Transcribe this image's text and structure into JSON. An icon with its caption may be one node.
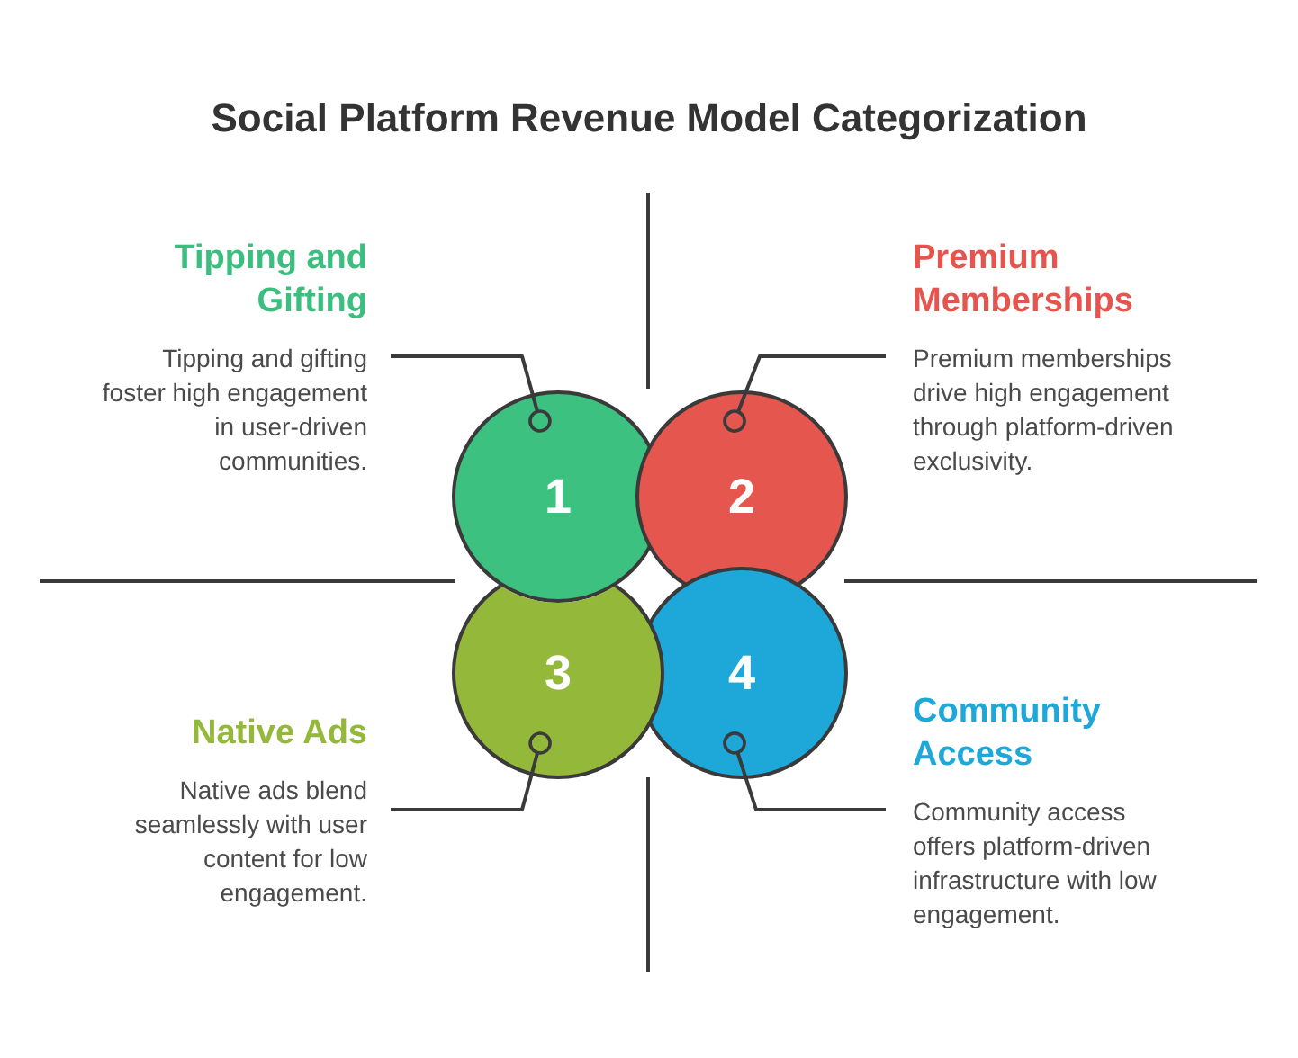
{
  "diagram": {
    "title": "Social Platform Revenue Model Categorization",
    "nodes": [
      {
        "text": [
          "Tipping and Gifting",
          "Tipping and gifting foster high engagement in user-driven communities."
        ]
      },
      {
        "text": [
          "Premium Memberships",
          "Premium memberships drive high engagement through platform-driven exclusivity."
        ]
      },
      {
        "text": [
          "1"
        ]
      },
      {
        "text": [
          "2"
        ]
      },
      {
        "text": [
          "3"
        ]
      },
      {
        "text": [
          "4"
        ]
      },
      {
        "text": [
          "Native Ads",
          "Native ads blend seamlessly with user content for low engagement."
        ]
      },
      {
        "text": [
          "Community Access",
          "Community access offers platform-driven infrastructure with low engagement."
        ]
      }
    ],
    "edges": [
      {
        "from": 0,
        "to": 2,
        "arrow": "other"
      },
      {
        "from": 1,
        "to": 3,
        "arrow": "other"
      },
      {
        "from": 6,
        "to": 4,
        "arrow": "other"
      },
      {
        "from": 7,
        "to": 5,
        "arrow": "other"
      }
    ]
  }
}
